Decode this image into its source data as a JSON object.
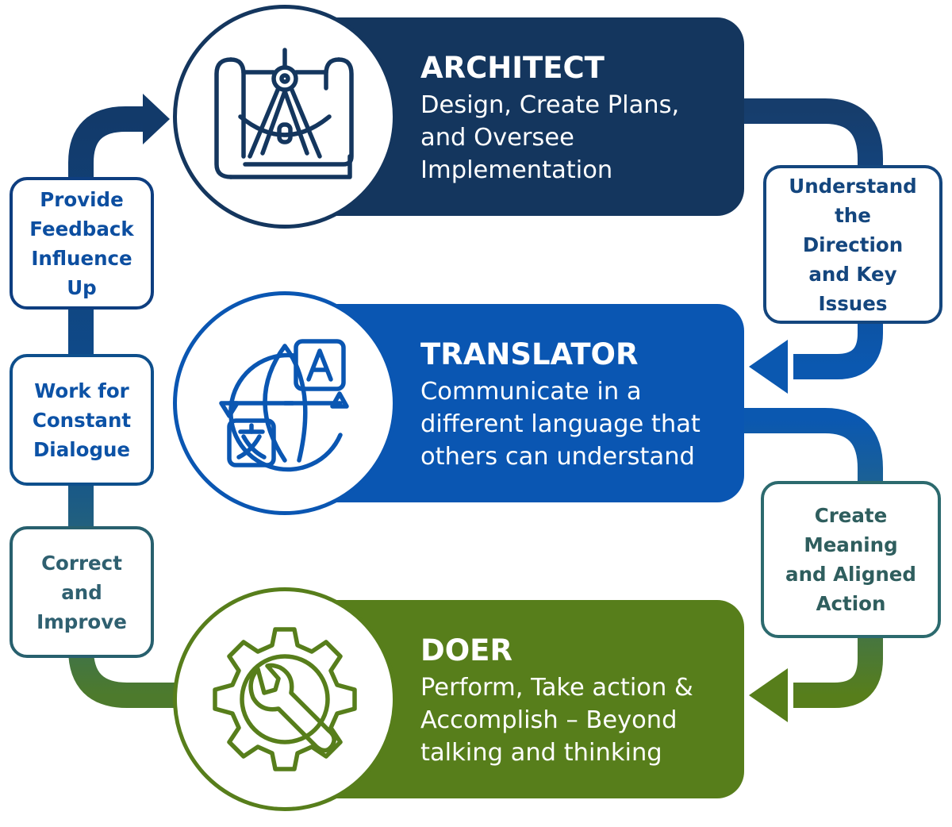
{
  "roles": {
    "architect": {
      "title": "ARCHITECT",
      "desc": "Design, Create Plans,\nand Oversee\nImplementation",
      "color": "#14365e",
      "icon": "compass-blueprint-icon"
    },
    "translator": {
      "title": "TRANSLATOR",
      "desc": "Communicate in a\ndifferent language that\nothers can understand",
      "color": "#0a56b2",
      "icon": "globe-translate-icon"
    },
    "doer": {
      "title": "DOER",
      "desc": "Perform, Take action &\nAccomplish – Beyond\ntalking and thinking",
      "color": "#577e1b",
      "icon": "gear-wrench-icon"
    }
  },
  "steps": {
    "understand": "Understand\nthe\nDirection\nand Key\nIssues",
    "create": "Create\nMeaning\nand Aligned\nAction",
    "feedback": "Provide\nFeedback\nInfluence\nUp",
    "dialogue": "Work for\nConstant\nDialogue",
    "correct": "Correct\nand\nImprove"
  }
}
